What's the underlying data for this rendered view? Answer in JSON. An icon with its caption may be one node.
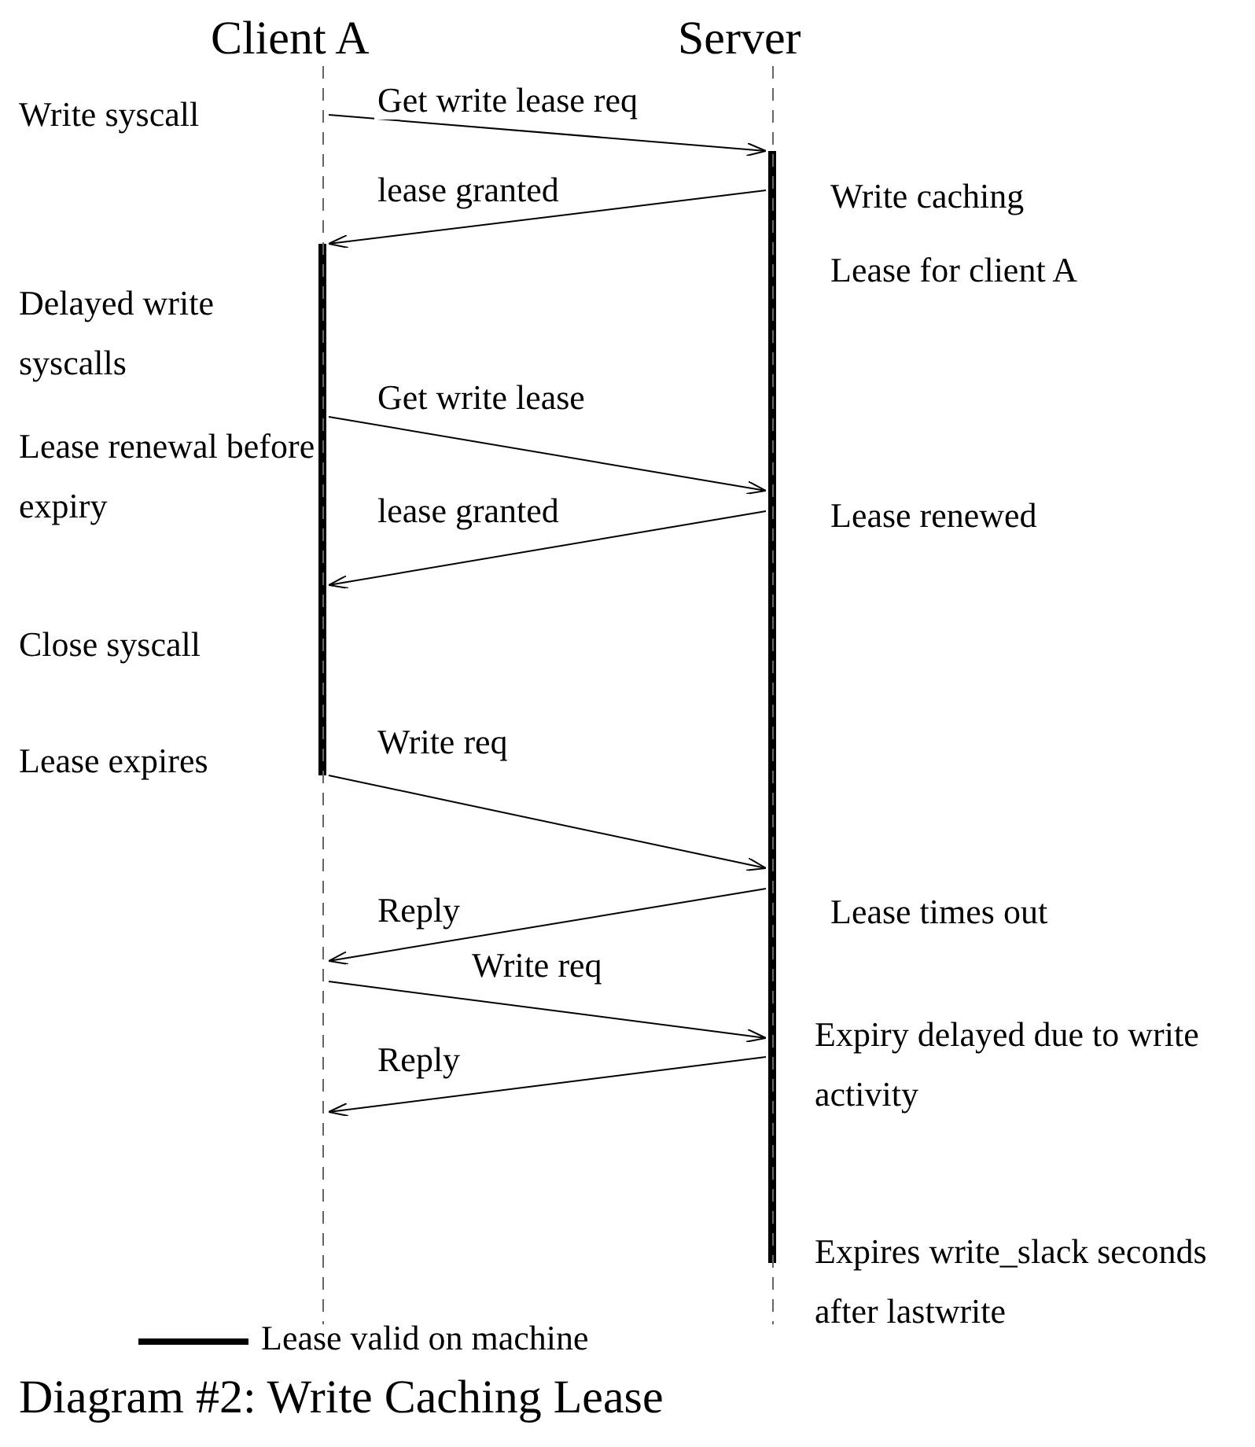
{
  "diagram": {
    "caption": "Diagram #2: Write Caching Lease",
    "nodes": [
      {
        "text": [
          "Client A"
        ]
      },
      {
        "text": [
          "Server"
        ]
      }
    ],
    "edges": [
      {
        "from": 0,
        "to": 1,
        "arrow": "to",
        "label": "Get write lease req"
      },
      {
        "from": 1,
        "to": 0,
        "arrow": "to",
        "label": "lease granted"
      },
      {
        "from": 0,
        "to": 1,
        "arrow": "to",
        "label": "Get write lease"
      },
      {
        "from": 1,
        "to": 0,
        "arrow": "to",
        "label": "lease granted"
      },
      {
        "from": 0,
        "to": 1,
        "arrow": "to",
        "label": "Write req"
      },
      {
        "from": 1,
        "to": 0,
        "arrow": "to",
        "label": "Reply"
      },
      {
        "from": 0,
        "to": 1,
        "arrow": "to",
        "label": "Write req"
      },
      {
        "from": 1,
        "to": 0,
        "arrow": "to",
        "label": "Reply"
      }
    ],
    "labels": [
      "Write syscall",
      "Write caching",
      "Lease for client A",
      "Delayed write syscalls",
      "Lease renewal before expiry",
      "Lease renewed",
      "Close syscall",
      "Lease expires",
      "Lease times out",
      "Expiry delayed due to write activity",
      "Expires write_slack seconds after lastwrite"
    ],
    "legend": [
      {
        "text": "Lease valid on machine"
      }
    ]
  }
}
